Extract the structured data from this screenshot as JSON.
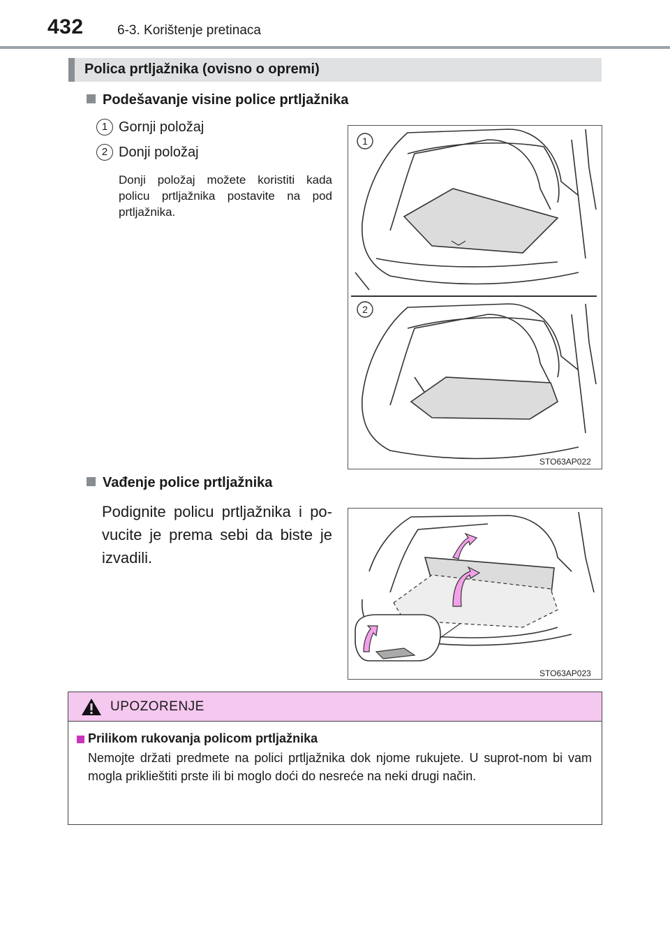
{
  "header": {
    "page_number": "432",
    "section": "6-3. Korištenje pretinaca"
  },
  "section_title": "Polica prtljažnika (ovisno o opremi)",
  "adjust": {
    "heading": "Podešavanje visine police prtljažnika",
    "items": [
      {
        "num": "1",
        "label": "Gornji položaj"
      },
      {
        "num": "2",
        "label": "Donji položaj"
      }
    ],
    "note": "Donji položaj možete koristiti kada policu prtljažnika postavite na pod prtljažnika.",
    "figure": {
      "callouts": [
        "1",
        "2"
      ],
      "code": "STO63AP022"
    }
  },
  "remove": {
    "heading": "Vađenje police prtljažnika",
    "text": "Podignite policu prtljažnika i po-vucite je prema sebi da biste je izvadili.",
    "figure": {
      "code": "STO63AP023"
    }
  },
  "warning": {
    "title": "UPOZORENJE",
    "subheading": "Prilikom rukovanja policom prtljažnika",
    "text": "Nemojte držati predmete na polici prtljažnika dok njome rukujete. U suprot-nom bi vam mogla priklieštiti prste ili bi moglo doći do nesreće na neki drugi način."
  },
  "colors": {
    "section_bar_bg": "#dfe1e3",
    "section_bar_accent": "#8a8f93",
    "warning_header_bg": "#f5c8ef",
    "warning_bullet": "#cc33bb",
    "arrow_pink": "#f2a0e8"
  },
  "icons": [
    "warning-triangle-icon",
    "square-bullet-icon"
  ]
}
